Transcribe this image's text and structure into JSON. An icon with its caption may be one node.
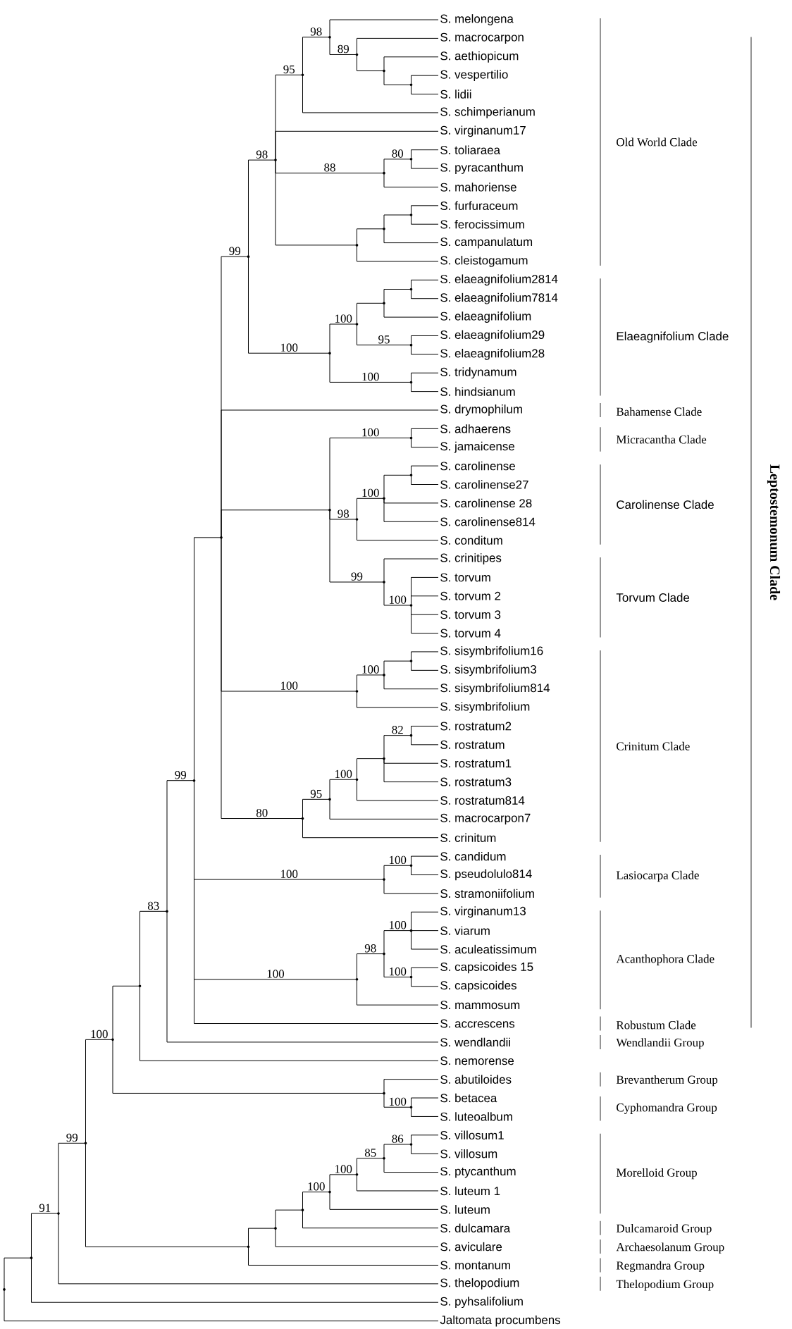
{
  "diagram": {
    "nodes": [
      {
        "text": [
          "S. melongena"
        ]
      },
      {
        "text": [
          "S. macrocarpon"
        ]
      },
      {
        "text": [
          "S. aethiopicum"
        ]
      },
      {
        "text": [
          "S. vespertilio"
        ]
      },
      {
        "text": [
          "S. lidii"
        ]
      },
      {
        "text": [
          "S. schimperianum"
        ]
      },
      {
        "text": [
          "S. virginanum17"
        ]
      },
      {
        "text": [
          "S. toliaraea"
        ]
      },
      {
        "text": [
          "S. pyracanthum"
        ]
      },
      {
        "text": [
          "S. mahoriense"
        ]
      },
      {
        "text": [
          "S. furfuraceum"
        ]
      },
      {
        "text": [
          "S. ferocissimum"
        ]
      },
      {
        "text": [
          "S. campanulatum"
        ]
      },
      {
        "text": [
          "S. cleistogamum"
        ]
      },
      {
        "text": [
          "S. elaeagnifolium2814"
        ]
      },
      {
        "text": [
          "S. elaeagnifolium7814"
        ]
      },
      {
        "text": [
          "S. elaeagnifolium"
        ]
      },
      {
        "text": [
          "S. elaeagnifolium29"
        ]
      },
      {
        "text": [
          "S. elaeagnifolium28"
        ]
      },
      {
        "text": [
          "S. tridynamum"
        ]
      },
      {
        "text": [
          "S. hindsianum"
        ]
      },
      {
        "text": [
          "S. drymophilum"
        ]
      },
      {
        "text": [
          "S. adhaerens"
        ]
      },
      {
        "text": [
          "S. jamaicense"
        ]
      },
      {
        "text": [
          "S. carolinense"
        ]
      },
      {
        "text": [
          "S. carolinense27"
        ]
      },
      {
        "text": [
          "S. carolinense 28"
        ]
      },
      {
        "text": [
          "S. carolinense814"
        ]
      },
      {
        "text": [
          "S. conditum"
        ]
      },
      {
        "text": [
          "S. crinitipes"
        ]
      },
      {
        "text": [
          "S. torvum"
        ]
      },
      {
        "text": [
          "S. torvum 2"
        ]
      },
      {
        "text": [
          "S. torvum 3"
        ]
      },
      {
        "text": [
          "S. torvum 4"
        ]
      },
      {
        "text": [
          "S. sisymbrifolium16"
        ]
      },
      {
        "text": [
          "S. sisymbrifolium3"
        ]
      },
      {
        "text": [
          "S. sisymbrifolium814"
        ]
      },
      {
        "text": [
          "S. sisymbrifolium"
        ]
      },
      {
        "text": [
          "S. rostratum2"
        ]
      },
      {
        "text": [
          "S. rostratum"
        ]
      },
      {
        "text": [
          "S. rostratum1"
        ]
      },
      {
        "text": [
          "S. rostratum3"
        ]
      },
      {
        "text": [
          "S. rostratum814"
        ]
      },
      {
        "text": [
          "S. macrocarpon7"
        ]
      },
      {
        "text": [
          "S. crinitum"
        ]
      },
      {
        "text": [
          "S. candidum"
        ]
      },
      {
        "text": [
          "S. pseudolulo814"
        ]
      },
      {
        "text": [
          "S. stramoniifolium"
        ]
      },
      {
        "text": [
          "S. virginanum13"
        ]
      },
      {
        "text": [
          "S. viarum"
        ]
      },
      {
        "text": [
          "S. aculeatissimum"
        ]
      },
      {
        "text": [
          "S. capsicoides 15"
        ]
      },
      {
        "text": [
          "S. capsicoides"
        ]
      },
      {
        "text": [
          "S. mammosum"
        ]
      },
      {
        "text": [
          "S. accrescens"
        ]
      },
      {
        "text": [
          "S. wendlandii"
        ]
      },
      {
        "text": [
          "S. nemorense"
        ]
      },
      {
        "text": [
          "S. abutiloides"
        ]
      },
      {
        "text": [
          "S. betacea"
        ]
      },
      {
        "text": [
          "S. luteoalbum"
        ]
      },
      {
        "text": [
          "S. villosum1"
        ]
      },
      {
        "text": [
          "S. villosum"
        ]
      },
      {
        "text": [
          "S. ptycanthum"
        ]
      },
      {
        "text": [
          "S. luteum 1"
        ]
      },
      {
        "text": [
          "S. luteum"
        ]
      },
      {
        "text": [
          "S. dulcamara"
        ]
      },
      {
        "text": [
          "S. aviculare"
        ]
      },
      {
        "text": [
          "S. montanum"
        ]
      },
      {
        "text": [
          "S. thelopodium"
        ]
      },
      {
        "text": [
          "S. pyhsalifolium"
        ]
      },
      {
        "text": [
          "Jaltomata procumbens"
        ]
      },
      {
        "text": [],
        "shape": "point"
      },
      {
        "text": [],
        "shape": "point"
      },
      {
        "text": [],
        "shape": "point"
      },
      {
        "text": [],
        "shape": "point"
      },
      {
        "text": [],
        "shape": "point"
      },
      {
        "text": [],
        "shape": "point"
      },
      {
        "text": [],
        "shape": "point"
      },
      {
        "text": [],
        "shape": "point"
      },
      {
        "text": [],
        "shape": "point"
      },
      {
        "text": [],
        "shape": "point"
      },
      {
        "text": [],
        "shape": "point"
      },
      {
        "text": [],
        "shape": "point"
      },
      {
        "text": [],
        "shape": "point"
      },
      {
        "text": [],
        "shape": "point"
      },
      {
        "text": [],
        "shape": "point"
      },
      {
        "text": [],
        "shape": "point"
      },
      {
        "text": [],
        "shape": "point"
      },
      {
        "text": [],
        "shape": "point"
      },
      {
        "text": [],
        "shape": "point"
      },
      {
        "text": [],
        "shape": "point"
      },
      {
        "text": [],
        "shape": "point"
      },
      {
        "text": [],
        "shape": "point"
      },
      {
        "text": [],
        "shape": "point"
      },
      {
        "text": [],
        "shape": "point"
      },
      {
        "text": [],
        "shape": "point"
      },
      {
        "text": [],
        "shape": "point"
      },
      {
        "text": [],
        "shape": "point"
      },
      {
        "text": [],
        "shape": "point"
      },
      {
        "text": [],
        "shape": "point"
      },
      {
        "text": [],
        "shape": "point"
      },
      {
        "text": [],
        "shape": "point"
      },
      {
        "text": [],
        "shape": "point"
      },
      {
        "text": [],
        "shape": "point"
      },
      {
        "text": [],
        "shape": "point"
      },
      {
        "text": [],
        "shape": "point"
      },
      {
        "text": [],
        "shape": "point"
      },
      {
        "text": [],
        "shape": "point"
      },
      {
        "text": [],
        "shape": "point"
      },
      {
        "text": [],
        "shape": "point"
      },
      {
        "text": [],
        "shape": "point"
      },
      {
        "text": [],
        "shape": "point"
      },
      {
        "text": [],
        "shape": "point"
      },
      {
        "text": [],
        "shape": "point"
      },
      {
        "text": [],
        "shape": "point"
      },
      {
        "text": [],
        "shape": "point"
      },
      {
        "text": [],
        "shape": "point"
      },
      {
        "text": [],
        "shape": "point"
      },
      {
        "text": [],
        "shape": "point"
      },
      {
        "text": [],
        "shape": "point"
      },
      {
        "text": [],
        "shape": "point"
      },
      {
        "text": [],
        "shape": "point"
      },
      {
        "text": [],
        "shape": "point"
      },
      {
        "text": [],
        "shape": "point"
      },
      {
        "text": [],
        "shape": "point"
      },
      {
        "text": [],
        "shape": "point"
      },
      {
        "text": [],
        "shape": "point"
      },
      {
        "text": [],
        "shape": "point"
      }
    ],
    "edges": [
      {
        "from": 71,
        "to": 72,
        "arrow": "none"
      },
      {
        "from": 71,
        "to": 70,
        "arrow": "none"
      },
      {
        "from": 72,
        "to": 73,
        "arrow": "none",
        "label": "91"
      },
      {
        "from": 72,
        "to": 69,
        "arrow": "none"
      },
      {
        "from": 73,
        "to": 74,
        "arrow": "none",
        "label": "99"
      },
      {
        "from": 73,
        "to": 68,
        "arrow": "none"
      },
      {
        "from": 74,
        "to": 75,
        "arrow": "none",
        "label": "100"
      },
      {
        "from": 74,
        "to": 81,
        "arrow": "none"
      },
      {
        "from": 81,
        "to": 83,
        "arrow": "none"
      },
      {
        "from": 81,
        "to": 67,
        "arrow": "none"
      },
      {
        "from": 83,
        "to": 86,
        "arrow": "none"
      },
      {
        "from": 83,
        "to": 66,
        "arrow": "none"
      },
      {
        "from": 86,
        "to": 92,
        "arrow": "none",
        "label": "100"
      },
      {
        "from": 86,
        "to": 65,
        "arrow": "none"
      },
      {
        "from": 92,
        "to": 99,
        "arrow": "none",
        "label": "100"
      },
      {
        "from": 92,
        "to": 64,
        "arrow": "none"
      },
      {
        "from": 99,
        "to": 111,
        "arrow": "none",
        "label": "85"
      },
      {
        "from": 99,
        "to": 63,
        "arrow": "none"
      },
      {
        "from": 111,
        "to": 127,
        "arrow": "none",
        "label": "86"
      },
      {
        "from": 111,
        "to": 62,
        "arrow": "none"
      },
      {
        "from": 127,
        "to": 60,
        "arrow": "none"
      },
      {
        "from": 127,
        "to": 61,
        "arrow": "none"
      },
      {
        "from": 75,
        "to": 76,
        "arrow": "none"
      },
      {
        "from": 75,
        "to": 110,
        "arrow": "none"
      },
      {
        "from": 110,
        "to": 57,
        "arrow": "none"
      },
      {
        "from": 110,
        "to": 126,
        "arrow": "none",
        "label": "100"
      },
      {
        "from": 126,
        "to": 58,
        "arrow": "none"
      },
      {
        "from": 126,
        "to": 59,
        "arrow": "none"
      },
      {
        "from": 76,
        "to": 77,
        "arrow": "none",
        "label": "83"
      },
      {
        "from": 76,
        "to": 56,
        "arrow": "none"
      },
      {
        "from": 77,
        "to": 78,
        "arrow": "none",
        "label": "99"
      },
      {
        "from": 77,
        "to": 55,
        "arrow": "none"
      },
      {
        "from": 78,
        "to": 79,
        "arrow": "none"
      },
      {
        "from": 78,
        "to": 108,
        "arrow": "none",
        "label": "100"
      },
      {
        "from": 78,
        "to": 91,
        "arrow": "none",
        "label": "100"
      },
      {
        "from": 78,
        "to": 54,
        "arrow": "none"
      },
      {
        "from": 79,
        "to": 80,
        "arrow": "none",
        "label": "99"
      },
      {
        "from": 79,
        "to": 21,
        "arrow": "none"
      },
      {
        "from": 79,
        "to": 89,
        "arrow": "none"
      },
      {
        "from": 79,
        "to": 97,
        "arrow": "none",
        "label": "100"
      },
      {
        "from": 79,
        "to": 85,
        "arrow": "none",
        "label": "80"
      },
      {
        "from": 80,
        "to": 82,
        "arrow": "none",
        "label": "98"
      },
      {
        "from": 80,
        "to": 88,
        "arrow": "none",
        "label": "100"
      },
      {
        "from": 82,
        "to": 84,
        "arrow": "none",
        "label": "95"
      },
      {
        "from": 82,
        "to": 6,
        "arrow": "none"
      },
      {
        "from": 82,
        "to": 101,
        "arrow": "none",
        "label": "88"
      },
      {
        "from": 82,
        "to": 94,
        "arrow": "none"
      },
      {
        "from": 84,
        "to": 87,
        "arrow": "none",
        "label": "98"
      },
      {
        "from": 84,
        "to": 5,
        "arrow": "none"
      },
      {
        "from": 87,
        "to": 0,
        "arrow": "none"
      },
      {
        "from": 87,
        "to": 93,
        "arrow": "none",
        "label": "89"
      },
      {
        "from": 93,
        "to": 1,
        "arrow": "none"
      },
      {
        "from": 93,
        "to": 100,
        "arrow": "none"
      },
      {
        "from": 100,
        "to": 2,
        "arrow": "none"
      },
      {
        "from": 100,
        "to": 112,
        "arrow": "none"
      },
      {
        "from": 112,
        "to": 3,
        "arrow": "none"
      },
      {
        "from": 112,
        "to": 4,
        "arrow": "none"
      },
      {
        "from": 101,
        "to": 113,
        "arrow": "none",
        "label": "80"
      },
      {
        "from": 101,
        "to": 9,
        "arrow": "none"
      },
      {
        "from": 113,
        "to": 7,
        "arrow": "none"
      },
      {
        "from": 113,
        "to": 8,
        "arrow": "none"
      },
      {
        "from": 94,
        "to": 102,
        "arrow": "none"
      },
      {
        "from": 94,
        "to": 13,
        "arrow": "none"
      },
      {
        "from": 102,
        "to": 114,
        "arrow": "none"
      },
      {
        "from": 102,
        "to": 12,
        "arrow": "none"
      },
      {
        "from": 114,
        "to": 10,
        "arrow": "none"
      },
      {
        "from": 114,
        "to": 11,
        "arrow": "none"
      },
      {
        "from": 88,
        "to": 95,
        "arrow": "none",
        "label": "100"
      },
      {
        "from": 88,
        "to": 117,
        "arrow": "none",
        "label": "100"
      },
      {
        "from": 95,
        "to": 103,
        "arrow": "none"
      },
      {
        "from": 95,
        "to": 116,
        "arrow": "none",
        "label": "95"
      },
      {
        "from": 103,
        "to": 115,
        "arrow": "none"
      },
      {
        "from": 103,
        "to": 16,
        "arrow": "none"
      },
      {
        "from": 115,
        "to": 14,
        "arrow": "none"
      },
      {
        "from": 115,
        "to": 15,
        "arrow": "none"
      },
      {
        "from": 116,
        "to": 17,
        "arrow": "none"
      },
      {
        "from": 116,
        "to": 18,
        "arrow": "none"
      },
      {
        "from": 117,
        "to": 19,
        "arrow": "none"
      },
      {
        "from": 117,
        "to": 20,
        "arrow": "none"
      },
      {
        "from": 89,
        "to": 118,
        "arrow": "none",
        "label": "100"
      },
      {
        "from": 89,
        "to": 96,
        "arrow": "none",
        "label": "98"
      },
      {
        "from": 89,
        "to": 105,
        "arrow": "none",
        "label": "99"
      },
      {
        "from": 118,
        "to": 22,
        "arrow": "none"
      },
      {
        "from": 118,
        "to": 23,
        "arrow": "none"
      },
      {
        "from": 96,
        "to": 104,
        "arrow": "none",
        "label": "100"
      },
      {
        "from": 96,
        "to": 28,
        "arrow": "none"
      },
      {
        "from": 104,
        "to": 119,
        "arrow": "none"
      },
      {
        "from": 104,
        "to": 26,
        "arrow": "none"
      },
      {
        "from": 104,
        "to": 27,
        "arrow": "none"
      },
      {
        "from": 119,
        "to": 24,
        "arrow": "none"
      },
      {
        "from": 119,
        "to": 25,
        "arrow": "none"
      },
      {
        "from": 105,
        "to": 29,
        "arrow": "none"
      },
      {
        "from": 105,
        "to": 120,
        "arrow": "none",
        "label": "100"
      },
      {
        "from": 120,
        "to": 30,
        "arrow": "none"
      },
      {
        "from": 120,
        "to": 31,
        "arrow": "none"
      },
      {
        "from": 120,
        "to": 32,
        "arrow": "none"
      },
      {
        "from": 120,
        "to": 33,
        "arrow": "none"
      },
      {
        "from": 97,
        "to": 106,
        "arrow": "none",
        "label": "100"
      },
      {
        "from": 97,
        "to": 37,
        "arrow": "none"
      },
      {
        "from": 106,
        "to": 121,
        "arrow": "none"
      },
      {
        "from": 106,
        "to": 36,
        "arrow": "none"
      },
      {
        "from": 121,
        "to": 34,
        "arrow": "none"
      },
      {
        "from": 121,
        "to": 35,
        "arrow": "none"
      },
      {
        "from": 85,
        "to": 90,
        "arrow": "none",
        "label": "95"
      },
      {
        "from": 85,
        "to": 44,
        "arrow": "none"
      },
      {
        "from": 90,
        "to": 98,
        "arrow": "none",
        "label": "100"
      },
      {
        "from": 90,
        "to": 43,
        "arrow": "none"
      },
      {
        "from": 98,
        "to": 107,
        "arrow": "none"
      },
      {
        "from": 98,
        "to": 42,
        "arrow": "none"
      },
      {
        "from": 107,
        "to": 122,
        "arrow": "none",
        "label": "82"
      },
      {
        "from": 107,
        "to": 40,
        "arrow": "none"
      },
      {
        "from": 107,
        "to": 41,
        "arrow": "none"
      },
      {
        "from": 122,
        "to": 38,
        "arrow": "none"
      },
      {
        "from": 122,
        "to": 39,
        "arrow": "none"
      },
      {
        "from": 108,
        "to": 123,
        "arrow": "none",
        "label": "100"
      },
      {
        "from": 108,
        "to": 47,
        "arrow": "none"
      },
      {
        "from": 123,
        "to": 45,
        "arrow": "none"
      },
      {
        "from": 123,
        "to": 46,
        "arrow": "none"
      },
      {
        "from": 91,
        "to": 109,
        "arrow": "none",
        "label": "98"
      },
      {
        "from": 91,
        "to": 53,
        "arrow": "none"
      },
      {
        "from": 109,
        "to": 124,
        "arrow": "none",
        "label": "100"
      },
      {
        "from": 109,
        "to": 125,
        "arrow": "none",
        "label": "100"
      },
      {
        "from": 124,
        "to": 48,
        "arrow": "none"
      },
      {
        "from": 124,
        "to": 49,
        "arrow": "none"
      },
      {
        "from": 124,
        "to": 50,
        "arrow": "none"
      },
      {
        "from": 125,
        "to": 51,
        "arrow": "none"
      },
      {
        "from": 125,
        "to": 52,
        "arrow": "none"
      }
    ],
    "labels": [
      "Old World Clade",
      "Elaeagnifolium Clade",
      "Bahamense Clade",
      "Micracantha Clade",
      "Carolinense Clade",
      "Torvum Clade",
      "Crinitum Clade",
      "Lasiocarpa Clade",
      "Acanthophora Clade",
      "Robustum Clade",
      "Wendlandii Group",
      "Brevantherum Group",
      "Cyphomandra Group",
      "Morelloid Group",
      "Dulcamaroid Group",
      "Archaesolanum Group",
      "Regmandra Group",
      "Thelopodium Group",
      "Leptostemonum Clade"
    ]
  }
}
